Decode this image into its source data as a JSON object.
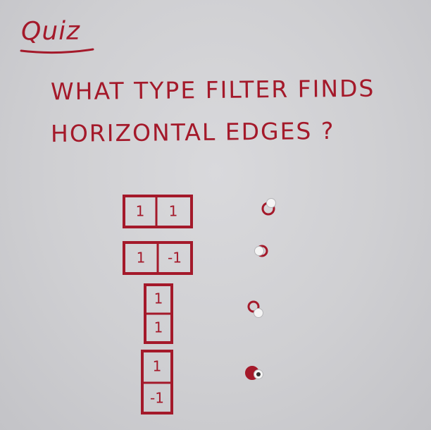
{
  "quiz": {
    "title": "Quiz",
    "question_line1": "WHAT TYPE FILTER FINDS",
    "question_line2": "HORIZONTAL EDGES ?"
  },
  "options": [
    {
      "layout": "horizontal",
      "cells": [
        "1",
        "1"
      ],
      "selected": false
    },
    {
      "layout": "horizontal",
      "cells": [
        "1",
        "-1"
      ],
      "selected": false
    },
    {
      "layout": "vertical",
      "cells": [
        "1",
        "1"
      ],
      "selected": false
    },
    {
      "layout": "vertical",
      "cells": [
        "1",
        "-1"
      ],
      "selected": true
    }
  ],
  "colors": {
    "ink": "#a4192a",
    "board": "#d2d2d5"
  }
}
